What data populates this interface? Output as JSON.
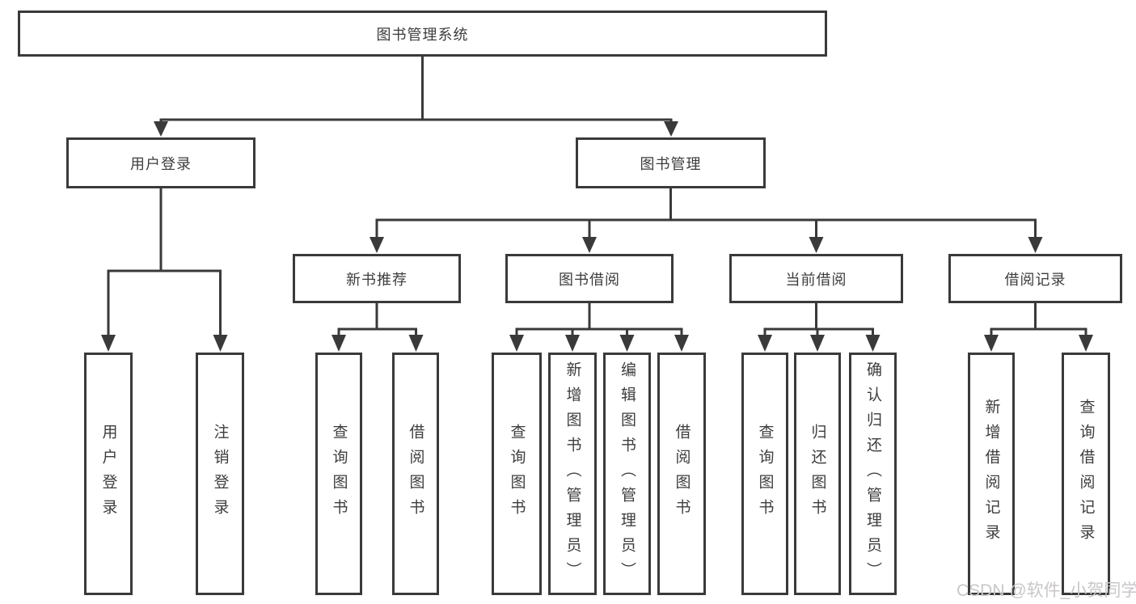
{
  "diagram_type": "tree",
  "tree": {
    "label": "图书管理系统",
    "children": [
      {
        "label": "用户登录",
        "children": [
          {
            "label": "用户登录"
          },
          {
            "label": "注销登录"
          }
        ]
      },
      {
        "label": "图书管理",
        "children": [
          {
            "label": "新书推荐",
            "children": [
              {
                "label": "查询图书"
              },
              {
                "label": "借阅图书"
              }
            ]
          },
          {
            "label": "图书借阅",
            "children": [
              {
                "label": "查询图书"
              },
              {
                "label": "新增图书（管理员）"
              },
              {
                "label": "编辑图书（管理员）"
              },
              {
                "label": "借阅图书"
              }
            ]
          },
          {
            "label": "当前借阅",
            "children": [
              {
                "label": "查询图书"
              },
              {
                "label": "归还图书"
              },
              {
                "label": "确认归还（管理员）"
              }
            ]
          },
          {
            "label": "借阅记录",
            "children": [
              {
                "label": "新增借阅记录"
              },
              {
                "label": "查询借阅记录"
              }
            ]
          }
        ]
      }
    ]
  },
  "watermark": "CSDN @软件_小贺同学",
  "colors": {
    "line": "#3a3a3a",
    "text": "#3d3d3d",
    "watermark": "#c9c6c9",
    "background": "#ffffff"
  }
}
